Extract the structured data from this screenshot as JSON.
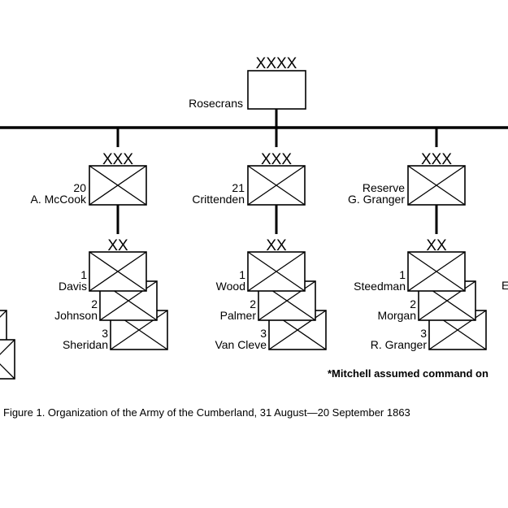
{
  "army": {
    "symbol": "XXXX",
    "commander": "Rosecrans"
  },
  "corps": [
    {
      "symbol": "XXX",
      "number": "20",
      "commander": "A. McCook",
      "div_symbol": "XX",
      "divisions": [
        {
          "number": "1",
          "name": "Davis"
        },
        {
          "number": "2",
          "name": "Johnson"
        },
        {
          "number": "3",
          "name": "Sheridan"
        }
      ]
    },
    {
      "symbol": "XXX",
      "number": "21",
      "commander": "Crittenden",
      "div_symbol": "XX",
      "divisions": [
        {
          "number": "1",
          "name": "Wood"
        },
        {
          "number": "2",
          "name": "Palmer"
        },
        {
          "number": "3",
          "name": "Van Cleve"
        }
      ]
    },
    {
      "symbol": "XXX",
      "number": "Reserve",
      "commander": "G. Granger",
      "div_symbol": "XX",
      "divisions": [
        {
          "number": "1",
          "name": "Steedman"
        },
        {
          "number": "2",
          "name": "Morgan"
        },
        {
          "number": "3",
          "name": "R. Granger"
        }
      ]
    }
  ],
  "edge_fragment": "E",
  "footnote": "*Mitchell assumed command on",
  "caption": "Figure 1.  Organization of the Army of the Cumberland, 31 August—20 September 1863"
}
